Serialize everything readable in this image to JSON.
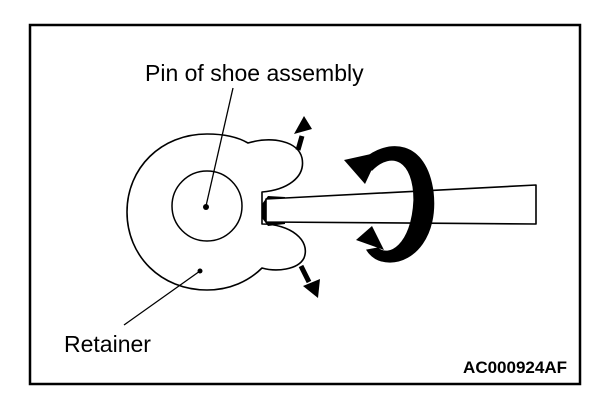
{
  "labels": {
    "pin": "Pin of shoe assembly",
    "retainer": "Retainer"
  },
  "figure_code": "AC000924AF",
  "colors": {
    "ink": "#000000",
    "paper": "#ffffff"
  }
}
